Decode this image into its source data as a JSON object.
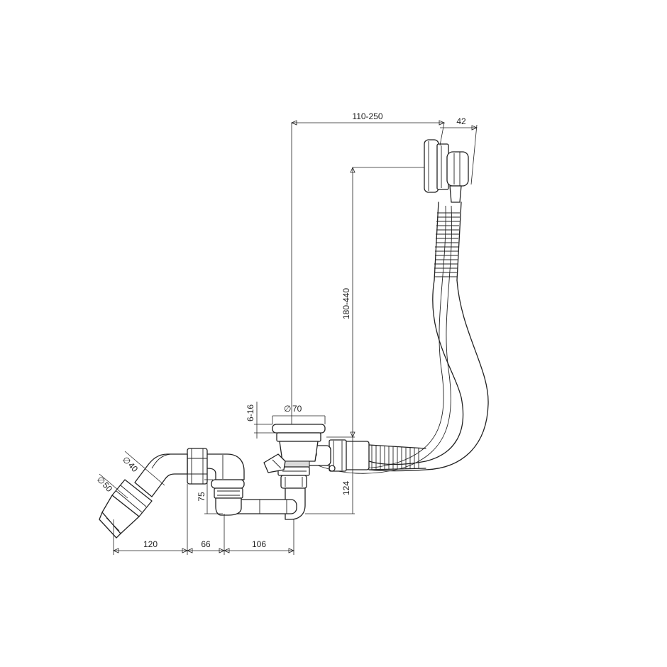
{
  "dimensions": {
    "overflow_reach": "110-250",
    "overflow_depth": "42",
    "overflow_height": "180-440",
    "waste_diameter": "70",
    "tub_thickness": "6-16",
    "trap_height": "124",
    "siphon_height": "75",
    "outlet_width": "120",
    "elbow_width": "66",
    "trap_width": "106",
    "outlet_diameter_inner": "40",
    "outlet_diameter_outer": "50"
  },
  "symbols": {
    "diameter": "∅"
  }
}
